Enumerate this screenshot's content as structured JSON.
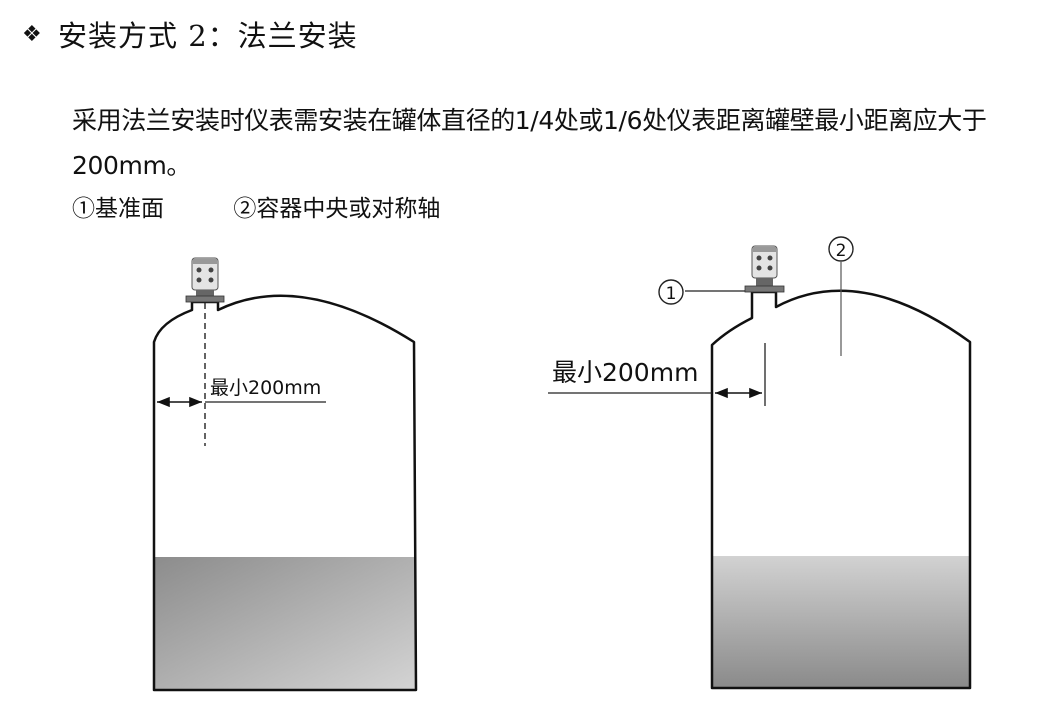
{
  "heading": {
    "bullet": "❖",
    "text": "安装方式 2：法兰安装"
  },
  "description": "采用法兰安装时仪表需安装在罐体直径的1/4处或1/6处仪表距离罐壁最小距离应大于200mm。",
  "legend": {
    "item1": "①基准面",
    "item2": "②容器中央或对称轴"
  },
  "diagram_left": {
    "min_distance_label": "最小200mm"
  },
  "diagram_right": {
    "min_distance_label": "最小200mm",
    "marker1": "①",
    "marker2": "②"
  }
}
